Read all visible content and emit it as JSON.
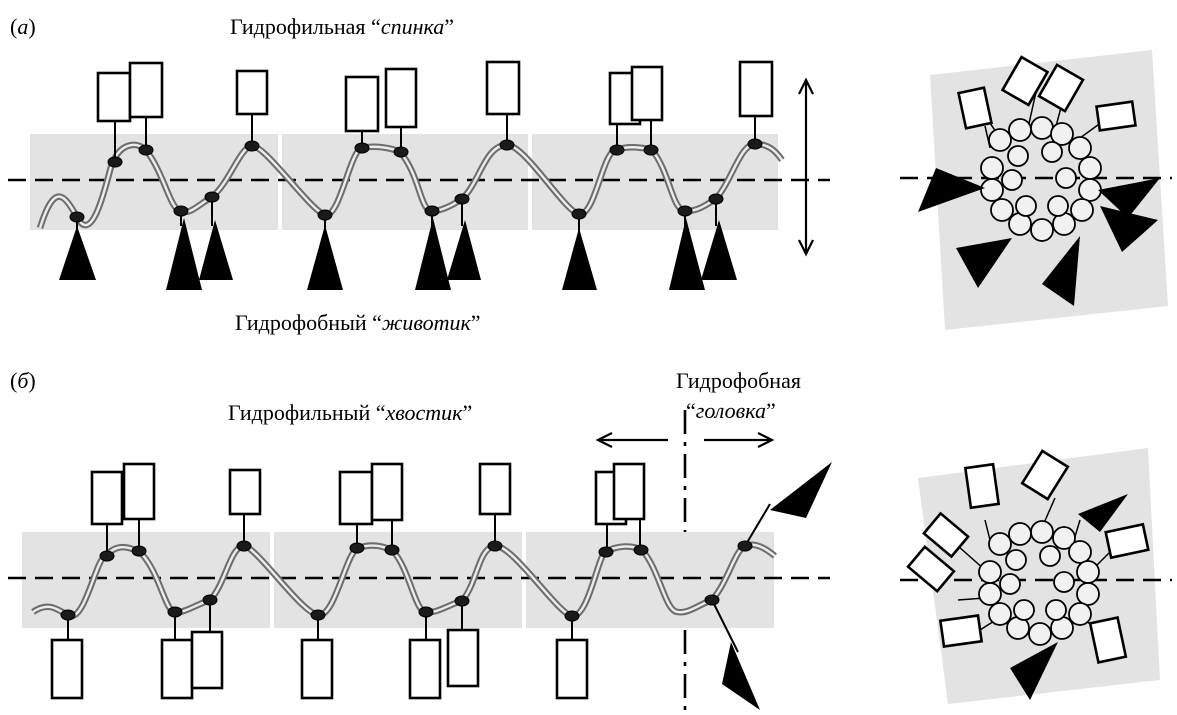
{
  "panel_a": {
    "label_open": "(",
    "label_letter": "а",
    "label_close": ")",
    "top_label_text": "Гидрофильная “",
    "top_label_em": "спинка",
    "top_label_end": "”",
    "bottom_label_text": "Гидрофобный “",
    "bottom_label_em": "животик",
    "bottom_label_end": "”"
  },
  "panel_b": {
    "label_open": "(",
    "label_letter": "б",
    "label_close": ")",
    "tail_label_text": "Гидрофильный “",
    "tail_label_em": "хвостик",
    "tail_label_end": "”",
    "head_label_line1": "Гидрофобная",
    "head_label_q_open": "“",
    "head_label_em": "головка",
    "head_label_q_close": "”"
  },
  "legend_semantics": {
    "rectangle": "hydrophilic residue",
    "triangle": "hydrophobic residue"
  },
  "colors": {
    "band": "#e3e3e3",
    "helix": "#6d6d6d",
    "ink": "#000000"
  }
}
